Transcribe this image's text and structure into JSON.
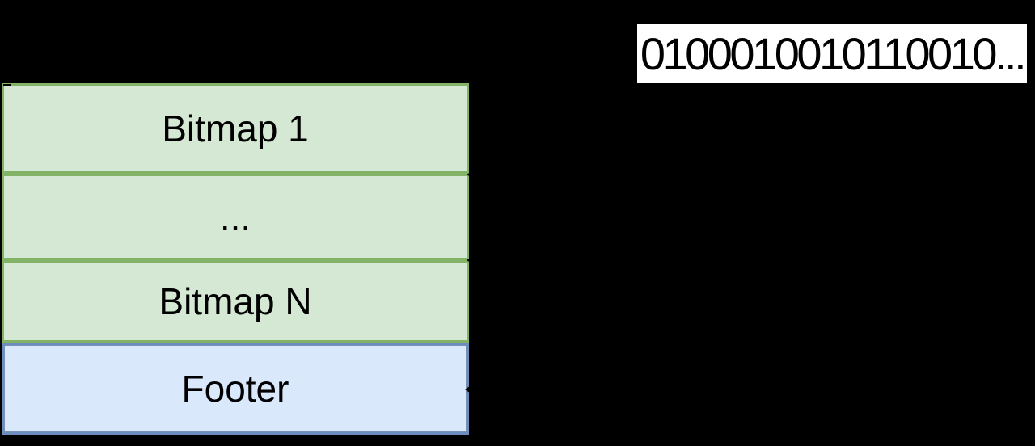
{
  "diagram": {
    "background_color": "#000000",
    "stack": {
      "rows": [
        {
          "label": "Bitmap 1",
          "fill": "#d5e8d4",
          "border": "#82b366"
        },
        {
          "label": "...",
          "fill": "#d5e8d4",
          "border": "#82b366"
        },
        {
          "label": "Bitmap N",
          "fill": "#d5e8d4",
          "border": "#82b366"
        },
        {
          "label": "Footer",
          "fill": "#dae8fc",
          "border": "#6c8ebf"
        }
      ]
    },
    "bitstring_box": {
      "text": "0100010010110010...",
      "fill": "#ffffff",
      "border": "#000000",
      "text_color": "#000000"
    },
    "arrows": {
      "color": "#000000",
      "description": "left-pointing arrowheads touching right edge of rows",
      "count": 3
    }
  }
}
